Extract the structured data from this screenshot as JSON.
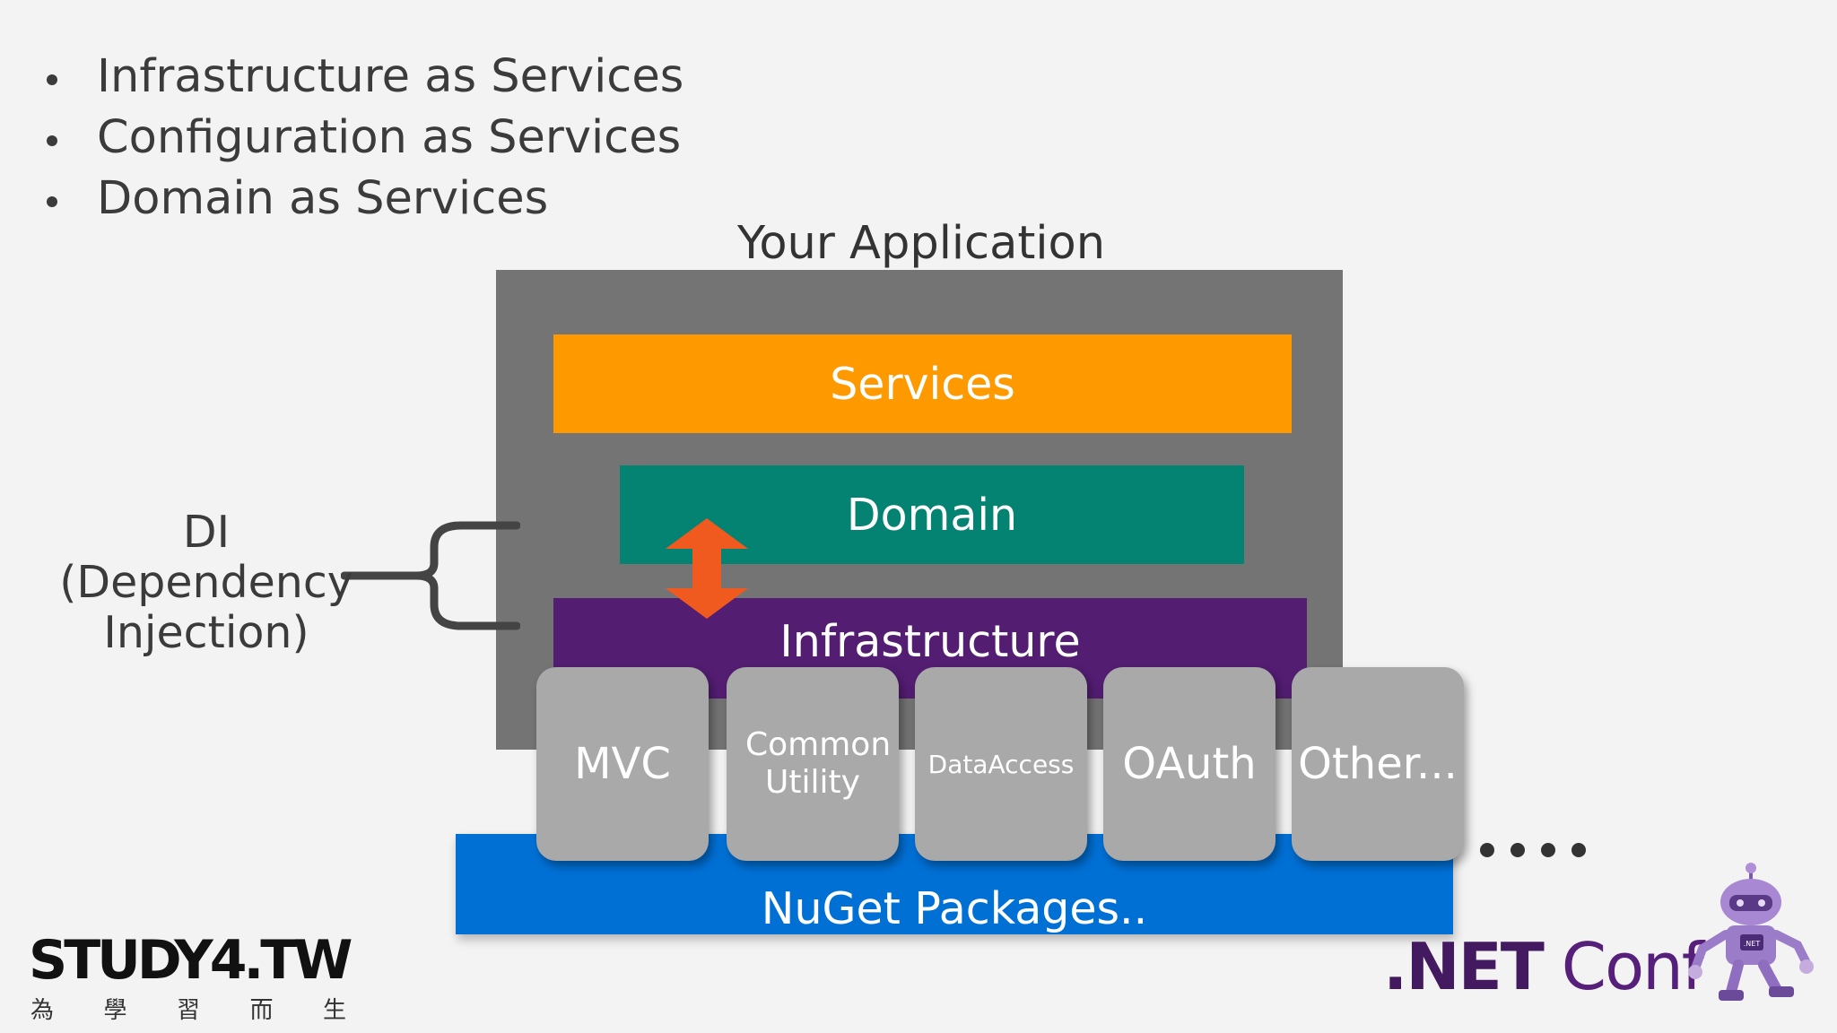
{
  "bullets": [
    "Infrastructure as Services",
    "Configuration as Services",
    "Domain as Services"
  ],
  "diagram": {
    "app_title": "Your Application",
    "layers": {
      "services": "Services",
      "domain": "Domain",
      "infrastructure": "Infrastructure"
    },
    "packages": [
      "MVC",
      "Common Utility",
      "DataAccess",
      "OAuth",
      "Other..."
    ],
    "nuget_label": "NuGet Packages..",
    "di_label": "DI (Dependency Injection)"
  },
  "branding": {
    "study_logo": "STUDY4.TW",
    "study_tagline": [
      "為",
      "學",
      "習",
      "而",
      "生"
    ],
    "netconf_prefix": ".NET",
    "netconf_suffix": " Conf",
    "mascot_badge": ".NET"
  },
  "colors": {
    "services": "#fe9a00",
    "domain": "#048372",
    "infrastructure": "#531d72",
    "nuget": "#0070d5",
    "app_box": "#747474",
    "package": "#a9a9a9",
    "arrow": "#f05a1f",
    "netconf": "#56207a"
  }
}
